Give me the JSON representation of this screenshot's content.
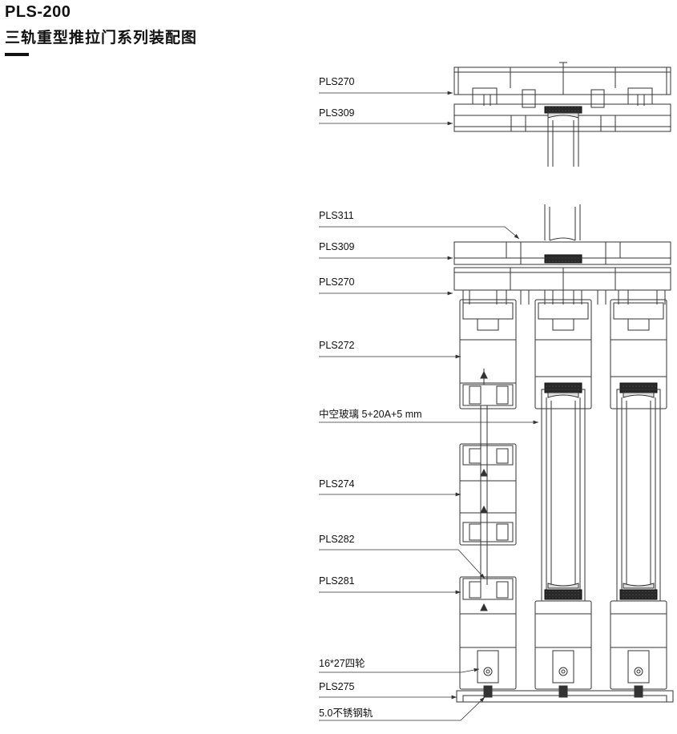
{
  "header": {
    "model": "PLS-200",
    "title": "三轨重型推拉门系列装配图"
  },
  "callouts": [
    {
      "id": "pls270-top",
      "text": "PLS270"
    },
    {
      "id": "pls309-top",
      "text": "PLS309"
    },
    {
      "id": "pls311",
      "text": "PLS311"
    },
    {
      "id": "pls309-mid",
      "text": "PLS309"
    },
    {
      "id": "pls270-mid",
      "text": "PLS270"
    },
    {
      "id": "pls272",
      "text": "PLS272"
    },
    {
      "id": "glass",
      "text": "中空玻璃 5+20A+5 mm"
    },
    {
      "id": "pls274",
      "text": "PLS274"
    },
    {
      "id": "pls282",
      "text": "PLS282"
    },
    {
      "id": "pls281",
      "text": "PLS281"
    },
    {
      "id": "wheel",
      "text": "16*27四轮"
    },
    {
      "id": "pls275",
      "text": "PLS275"
    },
    {
      "id": "rail",
      "text": "5.0不锈钢轨"
    }
  ],
  "colors": {
    "line": "#333333",
    "glass_seal": "#111111"
  }
}
